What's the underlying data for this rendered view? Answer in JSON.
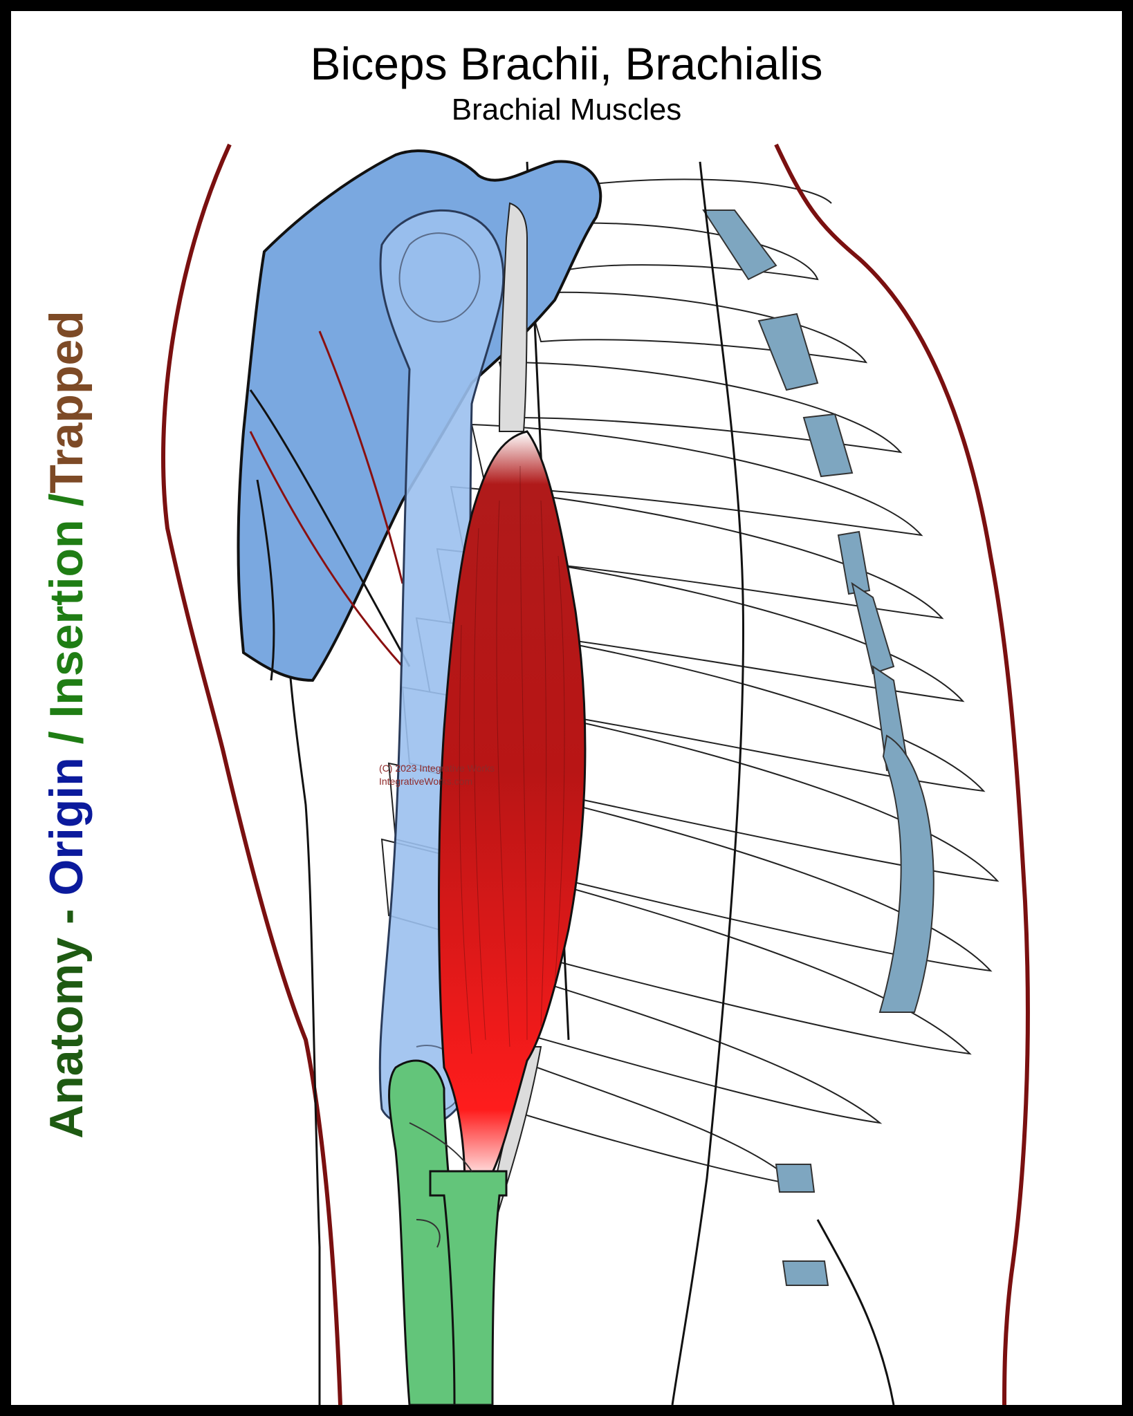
{
  "header": {
    "title": "Biceps Brachii, Brachialis",
    "subtitle": "Brachial Muscles"
  },
  "legend": {
    "anatomy": "Anatomy - ",
    "origin": "Origin",
    "sep1": " / ",
    "insertion": "Insertion",
    "sep2": " /",
    "trapped": "Trapped"
  },
  "watermark": {
    "line1": "(C) 2023 Integrative Works",
    "line2": "IntegrativeWorks.com"
  },
  "colors": {
    "origin": "#7aa8e0",
    "insertion": "#63c57a",
    "muscle": "#e01818",
    "cartilage": "#7ea6c0",
    "skin_outline": "#7a1010",
    "background": "#ffffff",
    "frame": "#000000"
  }
}
